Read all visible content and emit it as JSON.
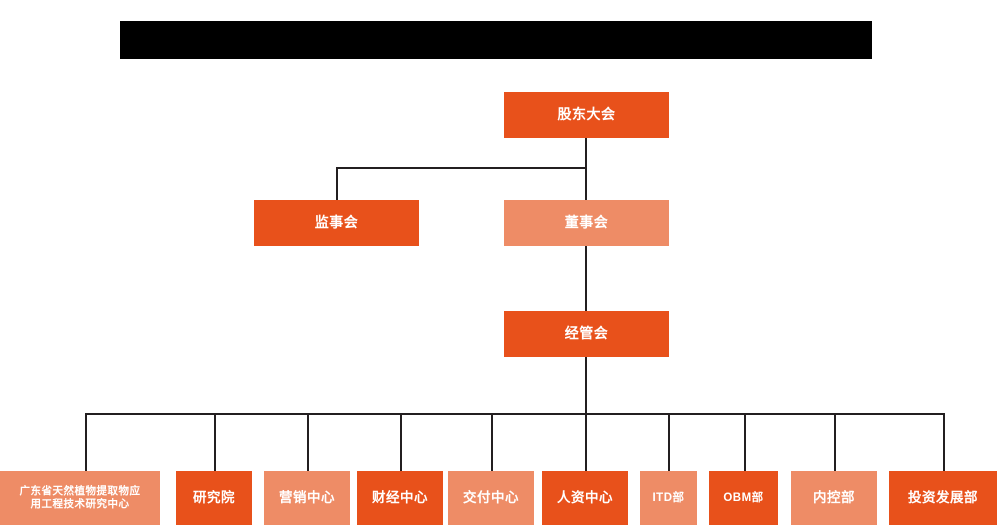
{
  "chart_data": {
    "type": "diagram",
    "diagram_type": "organization-chart",
    "title": "",
    "orientation": "top-down",
    "background_color": "#ffffff",
    "palette": {
      "accent_dark_orange": "#E8511B",
      "accent_light_orange": "#EE8C66",
      "connector_line": "#231f20",
      "node_text": "#ffffff",
      "redaction": "#000000"
    },
    "levels": [
      {
        "level": 1,
        "nodes": [
          {
            "id": "shareholders",
            "label": "股东大会",
            "tone": "dark"
          }
        ]
      },
      {
        "level": 2,
        "nodes": [
          {
            "id": "supervisory",
            "label": "监事会",
            "tone": "dark"
          },
          {
            "id": "board",
            "label": "董事会",
            "tone": "light"
          }
        ]
      },
      {
        "level": 3,
        "nodes": [
          {
            "id": "management",
            "label": "经管会",
            "tone": "dark"
          }
        ]
      },
      {
        "level": 4,
        "nodes": [
          {
            "id": "rnd-center",
            "label": "广东省天然植物提取物应用工程技术研究中心",
            "tone": "light"
          },
          {
            "id": "research-institute",
            "label": "研究院",
            "tone": "dark"
          },
          {
            "id": "marketing-center",
            "label": "营销中心",
            "tone": "light"
          },
          {
            "id": "finance-center",
            "label": "财经中心",
            "tone": "dark"
          },
          {
            "id": "delivery-center",
            "label": "交付中心",
            "tone": "light"
          },
          {
            "id": "hr-center",
            "label": "人资中心",
            "tone": "dark"
          },
          {
            "id": "itd-dept",
            "label": "ITD部",
            "tone": "light"
          },
          {
            "id": "obm-dept",
            "label": "OBM部",
            "tone": "dark"
          },
          {
            "id": "internal-control-dept",
            "label": "内控部",
            "tone": "light"
          },
          {
            "id": "investment-development-dept",
            "label": "投资发展部",
            "tone": "dark"
          }
        ]
      }
    ],
    "edges": [
      {
        "from": "shareholders",
        "to": "supervisory"
      },
      {
        "from": "shareholders",
        "to": "board"
      },
      {
        "from": "board",
        "to": "management"
      },
      {
        "from": "management",
        "to": "rnd-center"
      },
      {
        "from": "management",
        "to": "research-institute"
      },
      {
        "from": "management",
        "to": "marketing-center"
      },
      {
        "from": "management",
        "to": "finance-center"
      },
      {
        "from": "management",
        "to": "delivery-center"
      },
      {
        "from": "management",
        "to": "hr-center"
      },
      {
        "from": "management",
        "to": "itd-dept"
      },
      {
        "from": "management",
        "to": "obm-dept"
      },
      {
        "from": "management",
        "to": "internal-control-dept"
      },
      {
        "from": "management",
        "to": "investment-development-dept"
      }
    ]
  },
  "nodes": {
    "shareholders": {
      "label": "股东大会"
    },
    "supervisory": {
      "label": "监事会"
    },
    "board": {
      "label": "董事会"
    },
    "management": {
      "label": "经管会"
    },
    "rnd_center": {
      "line1": "广东省天然植物提取物应",
      "line2": "用工程技术研究中心"
    },
    "research_institute": {
      "label": "研究院"
    },
    "marketing_center": {
      "label": "营销中心"
    },
    "finance_center": {
      "label": "财经中心"
    },
    "delivery_center": {
      "label": "交付中心"
    },
    "hr_center": {
      "label": "人资中心"
    },
    "itd_dept": {
      "label": "ITD部"
    },
    "obm_dept": {
      "label": "OBM部"
    },
    "internal_control_dept": {
      "label": "内控部"
    },
    "investment_development_dept": {
      "label": "投资发展部"
    }
  },
  "redaction": {
    "label": ""
  }
}
